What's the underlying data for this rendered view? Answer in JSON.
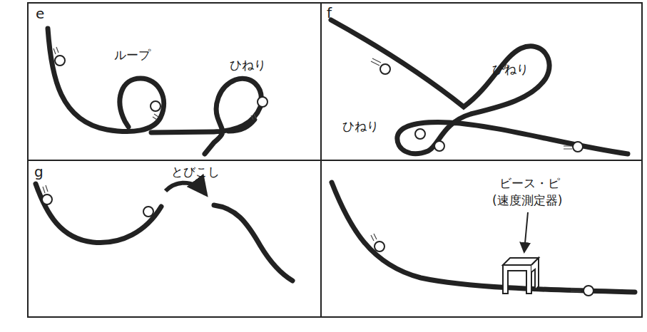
{
  "diagram": {
    "labels": [
      "e",
      "ループ",
      "ひねり",
      "f",
      "ひねり",
      "ひねり",
      "g",
      "とびこし",
      "ビース・ピ",
      "(速度測定器)"
    ]
  }
}
